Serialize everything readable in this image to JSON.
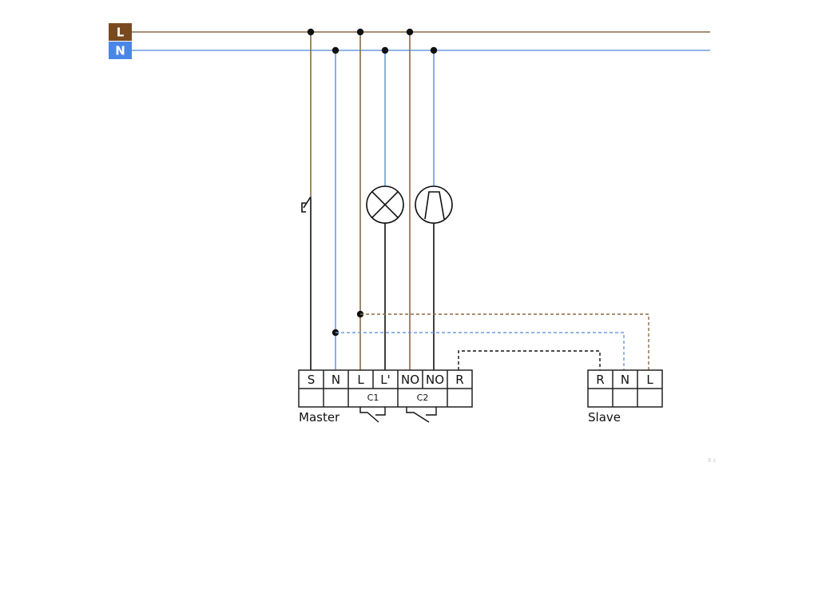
{
  "colors": {
    "live": "#7a4a1f",
    "live_wire": "#8b6a45",
    "neutral": "#4a86e8",
    "neutral_wire": "#6d9be0",
    "conductor": "#111111",
    "box_stroke": "#222222"
  },
  "bus": {
    "live_label": "L",
    "neutral_label": "N"
  },
  "master": {
    "label": "Master",
    "terminals": [
      "S",
      "N",
      "L",
      "L'",
      "NO",
      "NO",
      "R"
    ],
    "channel_1": "C1",
    "channel_2": "C2"
  },
  "slave": {
    "label": "Slave",
    "terminals": [
      "R",
      "N",
      "L"
    ]
  },
  "components": {
    "switch": "push-button-icon",
    "lamp": "lamp-icon",
    "motor": "motor-icon"
  },
  "footer": {
    "page_mark": "8 c"
  }
}
